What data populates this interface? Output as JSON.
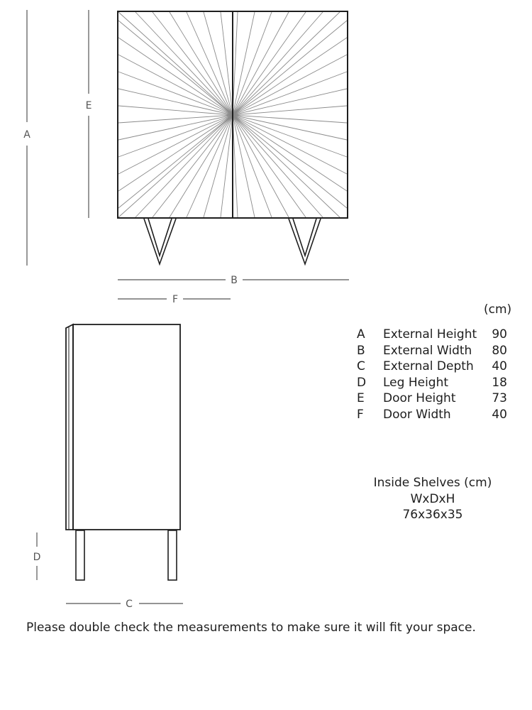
{
  "dimension_labels": {
    "a": "A",
    "b": "B",
    "c": "C",
    "d": "D",
    "e": "E",
    "f": "F"
  },
  "spec_table": {
    "unit": "(cm)",
    "rows": [
      {
        "letter": "A",
        "name": "External Height",
        "value": "90"
      },
      {
        "letter": "B",
        "name": "External Width",
        "value": "80"
      },
      {
        "letter": "C",
        "name": "External Depth",
        "value": "40"
      },
      {
        "letter": "D",
        "name": "Leg Height",
        "value": "18"
      },
      {
        "letter": "E",
        "name": "Door Height",
        "value": "73"
      },
      {
        "letter": "F",
        "name": "Door Width",
        "value": "40"
      }
    ]
  },
  "inside_shelves": {
    "title": "Inside Shelves (cm)",
    "format": "WxDxH",
    "size": "76x36x35"
  },
  "footer_note": "Please double check the measurements to make sure it will fit your space.",
  "colors": {
    "line": "#1e1e1e",
    "dimension_line": "#555555",
    "sunburst_line": "#8a8a8a"
  }
}
